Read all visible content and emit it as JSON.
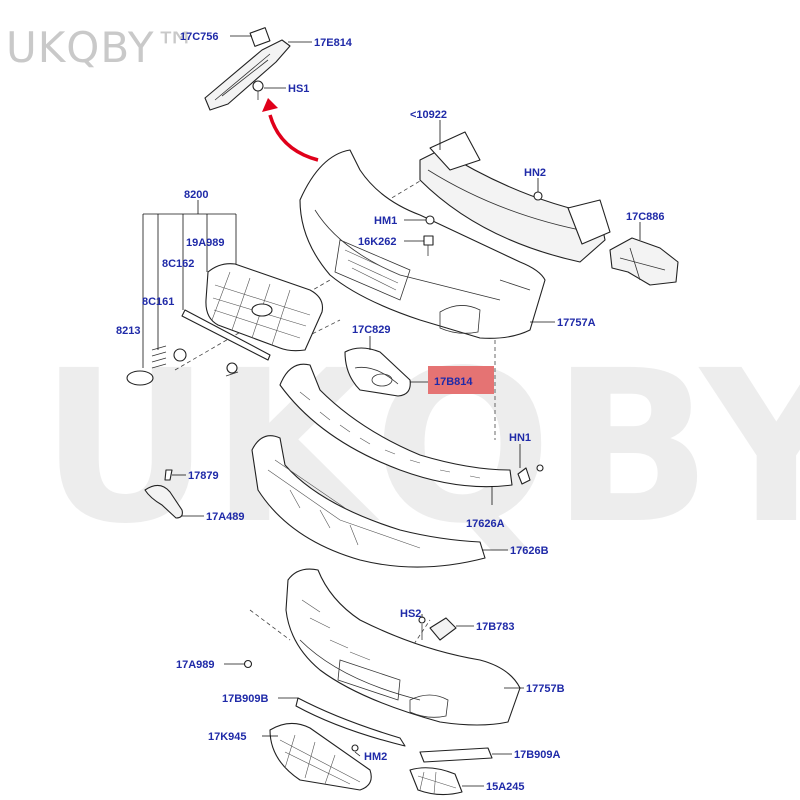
{
  "watermark": {
    "small": "UKQBY™",
    "large": "UKQBY™"
  },
  "highlight_color": "#e57373",
  "label_color": "#1f2aa8",
  "arrow_color": "#e0001a",
  "labels": {
    "l_17c756": "17C756",
    "l_17e814": "17E814",
    "l_hs1": "HS1",
    "l_10922": "<10922",
    "l_hn2": "HN2",
    "l_17c886": "17C886",
    "l_8200": "8200",
    "l_hm1": "HM1",
    "l_16k262": "16K262",
    "l_19a989": "19A989",
    "l_8c162": "8C162",
    "l_8c161": "8C161",
    "l_8213": "8213",
    "l_17757a": "17757A",
    "l_17c829": "17C829",
    "l_17b814": "17B814",
    "l_hn1": "HN1",
    "l_17879": "17879",
    "l_17a489": "17A489",
    "l_17626a": "17626A",
    "l_17626b": "17626B",
    "l_hs2": "HS2",
    "l_17b783": "17B783",
    "l_17a989": "17A989",
    "l_17757b": "17757B",
    "l_17b909b": "17B909B",
    "l_17k945": "17K945",
    "l_hm2": "HM2",
    "l_17b909a": "17B909A",
    "l_15a245": "15A245"
  }
}
